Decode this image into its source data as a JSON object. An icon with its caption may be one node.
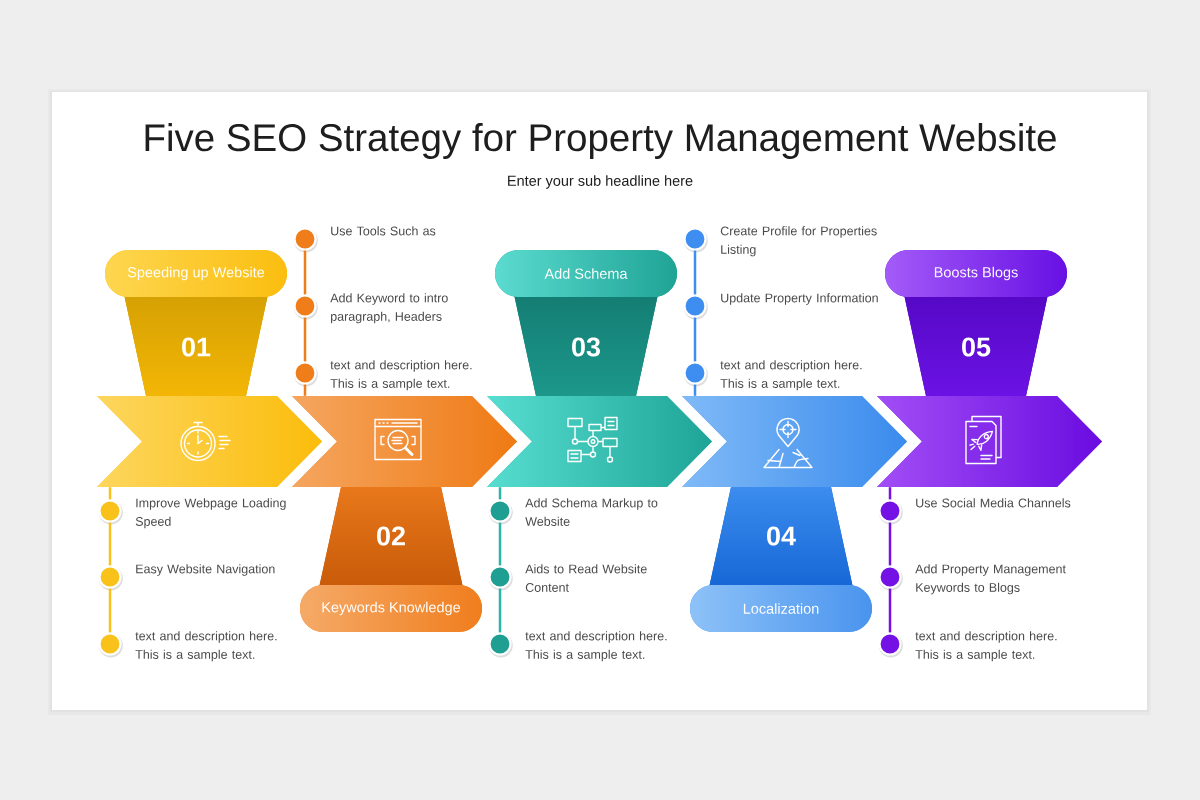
{
  "diagram": {
    "title": "Five SEO Strategy for Property Management Website",
    "nodes": [
      {
        "text": [
          "Speeding up Website"
        ]
      },
      {
        "text": [
          "01"
        ]
      },
      {
        "text": [],
        "shape": "chevron"
      },
      {
        "text": [],
        "shape": "circle",
        "beside": [
          "Improve Webpage Loading Speed"
        ]
      },
      {
        "text": [],
        "shape": "circle",
        "beside": [
          "Easy Website Navigation"
        ]
      },
      {
        "text": [],
        "shape": "circle",
        "beside": [
          "text and description here. This is a sample text."
        ]
      },
      {
        "text": [],
        "shape": "circle",
        "beside": [
          "Use Tools Such as"
        ]
      },
      {
        "text": [],
        "shape": "circle",
        "beside": [
          "Add Keyword to intro paragraph, Headers"
        ]
      },
      {
        "text": [],
        "shape": "circle",
        "beside": [
          "text and description here. This is a sample text."
        ]
      },
      {
        "text": [],
        "shape": "chevron"
      },
      {
        "text": [
          "02"
        ]
      },
      {
        "text": [
          "Keywords Knowledge"
        ]
      },
      {
        "text": [
          "Add Schema"
        ]
      },
      {
        "text": [
          "03"
        ]
      },
      {
        "text": [],
        "shape": "chevron"
      },
      {
        "text": [],
        "shape": "circle",
        "beside": [
          "Add Schema Markup to Website"
        ]
      },
      {
        "text": [],
        "shape": "circle",
        "beside": [
          "Aids to Read Website Content"
        ]
      },
      {
        "text": [],
        "shape": "circle",
        "beside": [
          "text and description here. This is a sample text."
        ]
      },
      {
        "text": [],
        "shape": "circle",
        "beside": [
          "Create Profile for Properties Listing"
        ]
      },
      {
        "text": [],
        "shape": "circle",
        "beside": [
          "Update Property Information"
        ]
      },
      {
        "text": [],
        "shape": "circle",
        "beside": [
          "text and description here. This is a sample text."
        ]
      },
      {
        "text": [],
        "shape": "chevron"
      },
      {
        "text": [
          "04"
        ]
      },
      {
        "text": [
          "Localization"
        ]
      },
      {
        "text": [
          "Boosts Blogs"
        ]
      },
      {
        "text": [
          "05"
        ]
      },
      {
        "text": [],
        "shape": "chevron"
      },
      {
        "text": [],
        "shape": "circle",
        "beside": [
          "Use Social Media Channels"
        ]
      },
      {
        "text": [],
        "shape": "circle",
        "beside": [
          "Add Property Management Keywords to Blogs"
        ]
      },
      {
        "text": [],
        "shape": "circle",
        "beside": [
          "text and description here. This is a sample text."
        ]
      }
    ],
    "edges": [
      {
        "from": 2,
        "to": 3,
        "arrow": "none",
        "color": "#f8c21a"
      },
      {
        "from": 3,
        "to": 4,
        "arrow": "none",
        "color": "#f8c21a"
      },
      {
        "from": 4,
        "to": 5,
        "arrow": "none",
        "color": "#f8c21a"
      },
      {
        "from": 6,
        "to": 7,
        "arrow": "none",
        "color": "#ef7d1a"
      },
      {
        "from": 7,
        "to": 8,
        "arrow": "none",
        "color": "#ef7d1a"
      },
      {
        "from": 8,
        "to": 9,
        "arrow": "none",
        "color": "#ef7d1a"
      },
      {
        "from": 14,
        "to": 15,
        "arrow": "none",
        "color": "#2fb5a8"
      },
      {
        "from": 15,
        "to": 16,
        "arrow": "none",
        "color": "#2fb5a8"
      },
      {
        "from": 16,
        "to": 17,
        "arrow": "none",
        "color": "#2fb5a8"
      },
      {
        "from": 18,
        "to": 19,
        "arrow": "none",
        "color": "#3d8ef0"
      },
      {
        "from": 19,
        "to": 20,
        "arrow": "none",
        "color": "#3d8ef0"
      },
      {
        "from": 20,
        "to": 21,
        "arrow": "none",
        "color": "#3d8ef0"
      },
      {
        "from": 26,
        "to": 27,
        "arrow": "none",
        "color": "#7412e6"
      },
      {
        "from": 27,
        "to": 28,
        "arrow": "none",
        "color": "#7412e6"
      },
      {
        "from": 28,
        "to": 29,
        "arrow": "none",
        "color": "#7412e6"
      }
    ],
    "labels": [
      "Enter your sub headline here"
    ]
  }
}
